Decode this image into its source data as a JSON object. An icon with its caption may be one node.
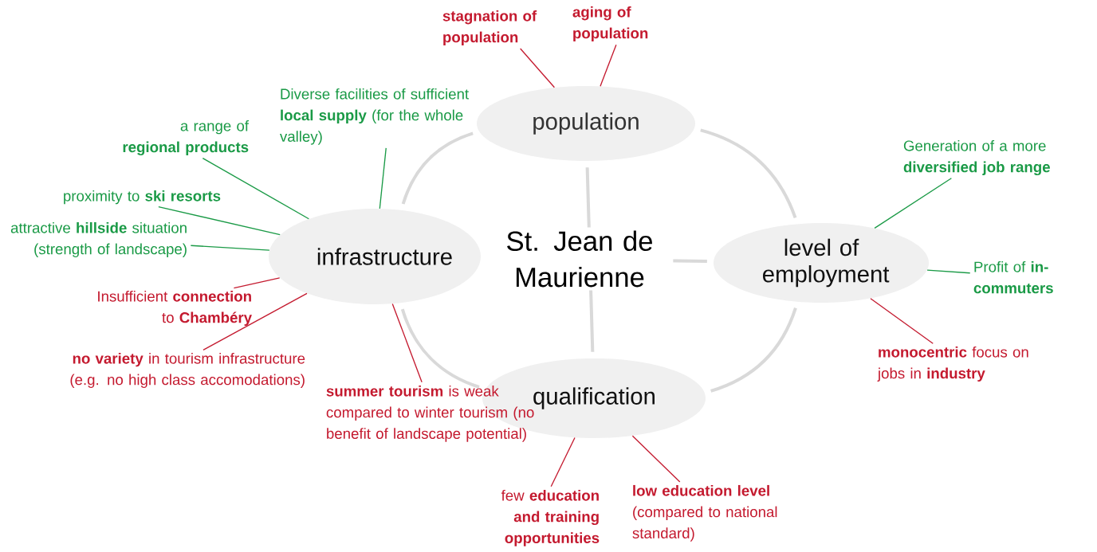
{
  "diagram": {
    "nodes": [
      {
        "text": [
          "population"
        ]
      },
      {
        "text": [
          "infrastructure"
        ]
      },
      {
        "text": [
          "level of employment"
        ]
      },
      {
        "text": [
          "qualification"
        ]
      },
      {
        "text": [
          "**stagnation of population**"
        ]
      },
      {
        "text": [
          "**aging of population**"
        ]
      },
      {
        "text": [
          "Diverse facilities of sufficient **local supply** (for the whole valley)"
        ]
      },
      {
        "text": [
          "a range of **regional products**"
        ]
      },
      {
        "text": [
          "proximity to **ski resorts**"
        ]
      },
      {
        "text": [
          "attractive **hillside** situation (strength of landscape)"
        ]
      },
      {
        "text": [
          "Insufficient **connection** to **Chambéry**"
        ]
      },
      {
        "text": [
          "**no variety** in tourism infrastructure (e.g. no high class accomodations)"
        ]
      },
      {
        "text": [
          "**summer tourism** is weak compared to winter tourism (no benefit of landscape potential)"
        ]
      },
      {
        "text": [
          "Generation of a more **diversified job range**"
        ]
      },
      {
        "text": [
          "Profit of **in-commuters**"
        ]
      },
      {
        "text": [
          "**monocentric** focus on jobs in **industry**"
        ]
      },
      {
        "text": [
          "few **education and training opportunities**"
        ]
      },
      {
        "text": [
          "**low education level** (compared to national standard)"
        ]
      }
    ],
    "edges": [
      {
        "from": 4,
        "to": 0,
        "arrow": "none",
        "color": "#c41a2f"
      },
      {
        "from": 5,
        "to": 0,
        "arrow": "none",
        "color": "#c41a2f"
      },
      {
        "from": 6,
        "to": 1,
        "arrow": "none",
        "color": "#1a9a46"
      },
      {
        "from": 7,
        "to": 1,
        "arrow": "none",
        "color": "#1a9a46"
      },
      {
        "from": 8,
        "to": 1,
        "arrow": "none",
        "color": "#1a9a46"
      },
      {
        "from": 9,
        "to": 1,
        "arrow": "none",
        "color": "#1a9a46"
      },
      {
        "from": 10,
        "to": 1,
        "arrow": "none",
        "color": "#c41a2f"
      },
      {
        "from": 11,
        "to": 1,
        "arrow": "none",
        "color": "#c41a2f"
      },
      {
        "from": 12,
        "to": 1,
        "arrow": "none",
        "color": "#c41a2f"
      },
      {
        "from": 13,
        "to": 2,
        "arrow": "none",
        "color": "#1a9a46"
      },
      {
        "from": 14,
        "to": 2,
        "arrow": "none",
        "color": "#1a9a46"
      },
      {
        "from": 15,
        "to": 2,
        "arrow": "none",
        "color": "#c41a2f"
      },
      {
        "from": 16,
        "to": 3,
        "arrow": "none",
        "color": "#c41a2f"
      },
      {
        "from": 17,
        "to": 3,
        "arrow": "none",
        "color": "#c41a2f"
      },
      {
        "from": 1,
        "to": 0,
        "arrow": "none",
        "style": "thick",
        "color": "#d9d9d9"
      },
      {
        "from": 0,
        "to": 2,
        "arrow": "none",
        "style": "thick",
        "color": "#d9d9d9"
      },
      {
        "from": 2,
        "to": 3,
        "arrow": "none",
        "style": "thick",
        "color": "#d9d9d9"
      },
      {
        "from": 3,
        "to": 1,
        "arrow": "none",
        "style": "thick",
        "color": "#d9d9d9"
      },
      {
        "from": 1,
        "to": 2,
        "arrow": "none",
        "style": "thick",
        "color": "#d9d9d9"
      },
      {
        "from": 0,
        "to": 3,
        "arrow": "none",
        "style": "thick",
        "color": "#d9d9d9"
      }
    ],
    "labels": [
      "St. Jean de Maurienne"
    ]
  }
}
